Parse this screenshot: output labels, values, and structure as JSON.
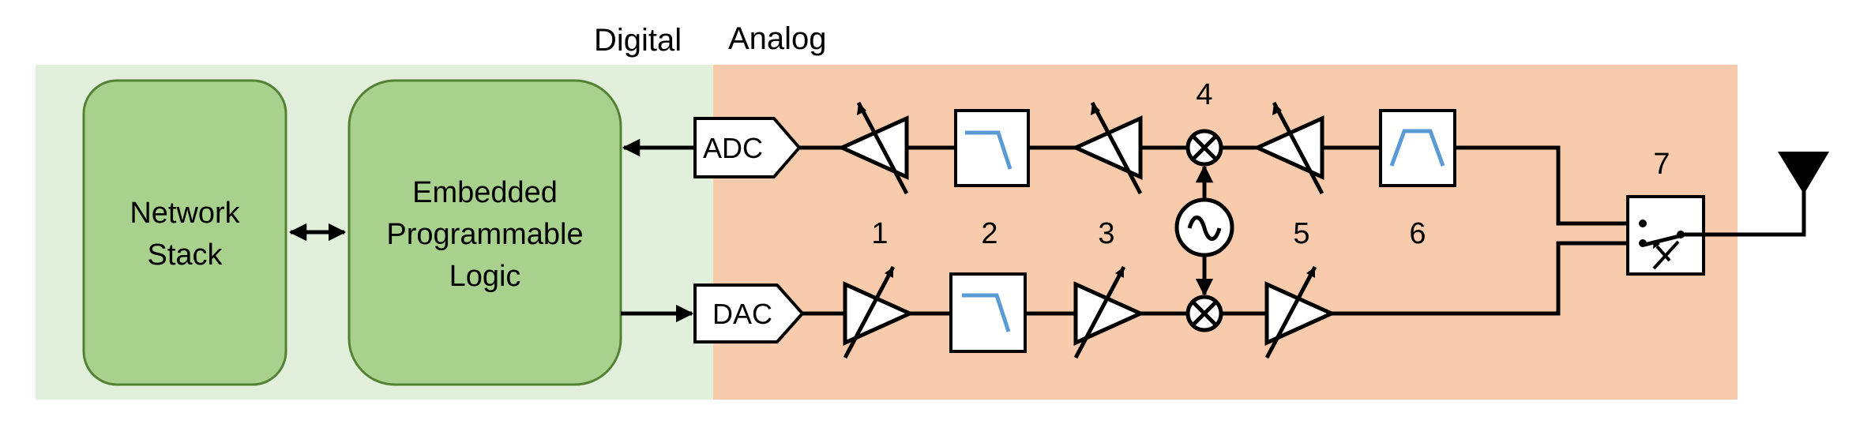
{
  "header": {
    "digital_label": "Digital",
    "analog_label": "Analog"
  },
  "digital": {
    "network_stack": [
      "Network",
      "Stack"
    ],
    "programmable_logic": [
      "Embedded",
      "Programmable",
      "Logic"
    ]
  },
  "converters": {
    "adc": "ADC",
    "dac": "DAC"
  },
  "stage_numbers": {
    "n1": "1",
    "n2": "2",
    "n3": "3",
    "n4": "4",
    "n5": "5",
    "n6": "6",
    "n7": "7"
  },
  "colors": {
    "digital_region": "#e2efda",
    "analog_region": "#f8cbad",
    "block_fill": "#a9d18e",
    "block_stroke": "#548235",
    "filter_response": "#5b9bd5"
  },
  "icons": [
    "variable-amplifier-icon",
    "lowpass-filter-icon",
    "bandpass-filter-icon",
    "mixer-icon",
    "oscillator-icon",
    "switch-icon",
    "antenna-icon"
  ]
}
